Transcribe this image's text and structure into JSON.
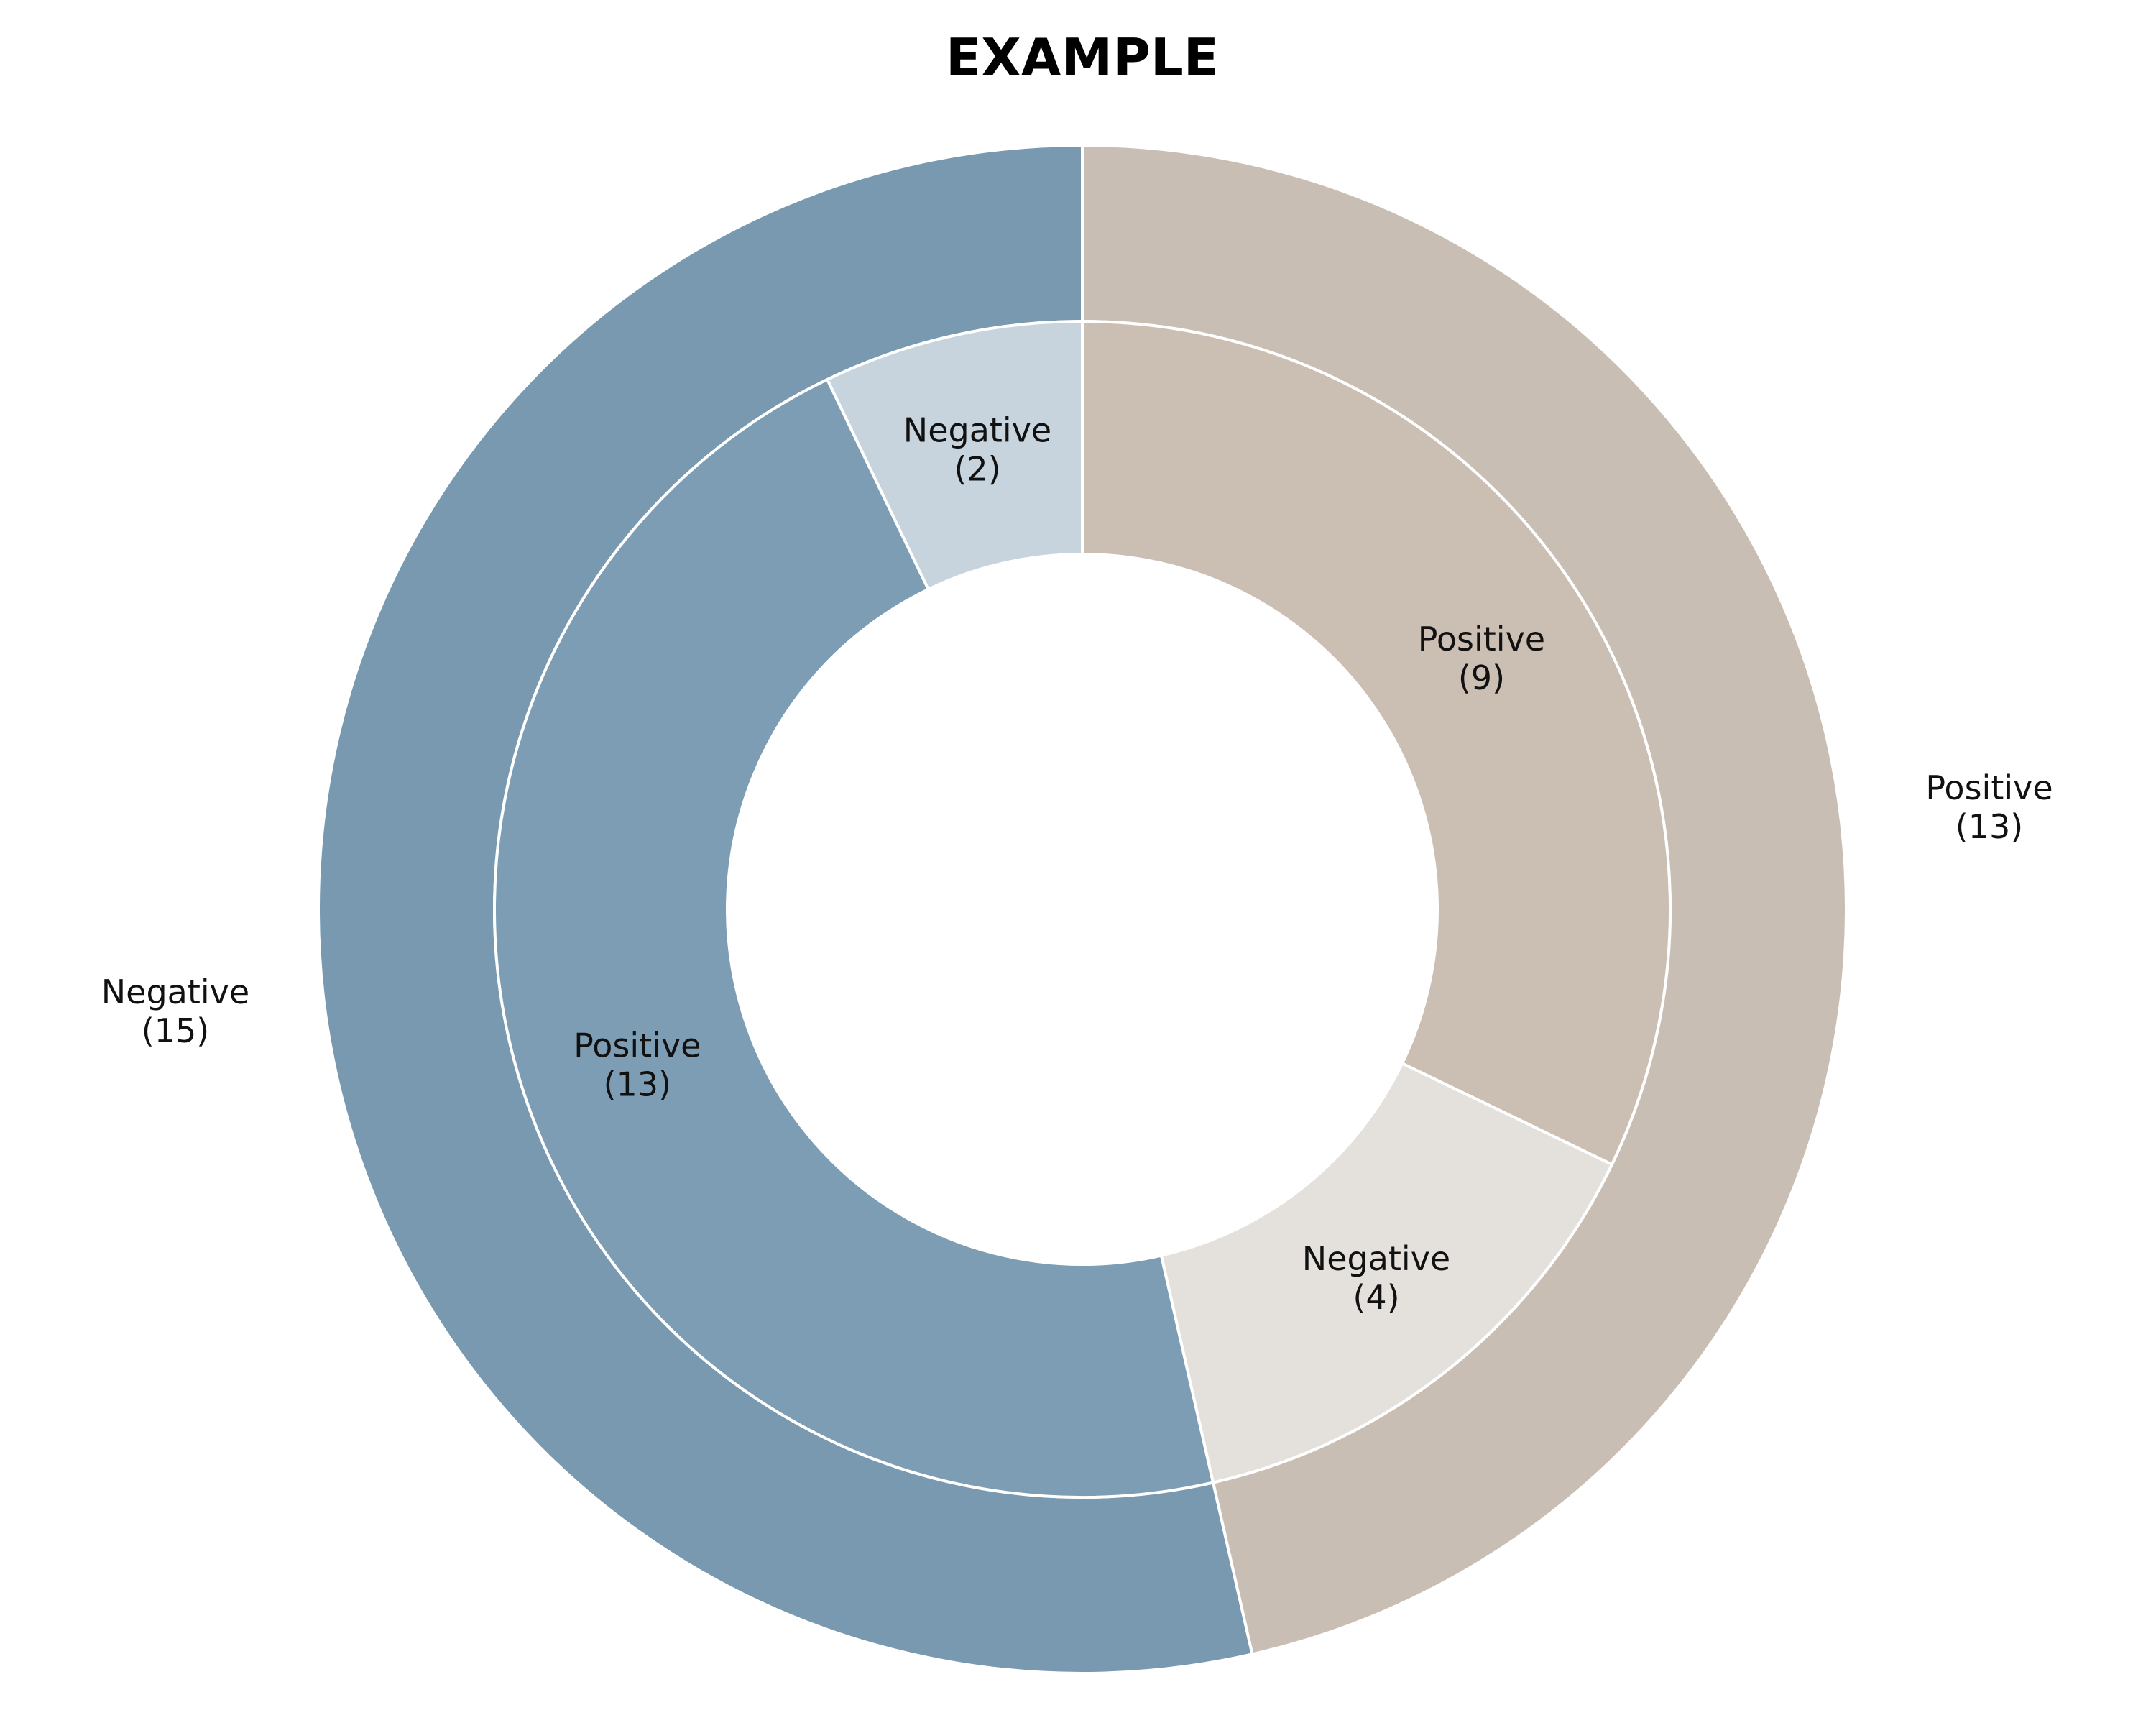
{
  "chart_data": {
    "type": "pie",
    "variant": "nested-donut",
    "title": "EXAMPLE",
    "start_angle_deg": 90,
    "direction": "counterclockwise",
    "outer_ring": {
      "labels": [
        "Negative",
        "Positive"
      ],
      "values": [
        15,
        13
      ],
      "colors": [
        "#7899b0",
        "#c9beb3"
      ]
    },
    "inner_ring": {
      "labels": [
        "Negative",
        "Positive",
        "Negative",
        "Positive"
      ],
      "values": [
        2,
        13,
        4,
        9
      ],
      "parents": [
        "Negative",
        "Negative",
        "Positive",
        "Positive"
      ],
      "colors": [
        "#c7d4dd",
        "#7d9db4",
        "#e4e0dc",
        "#cbbfb4"
      ]
    }
  }
}
